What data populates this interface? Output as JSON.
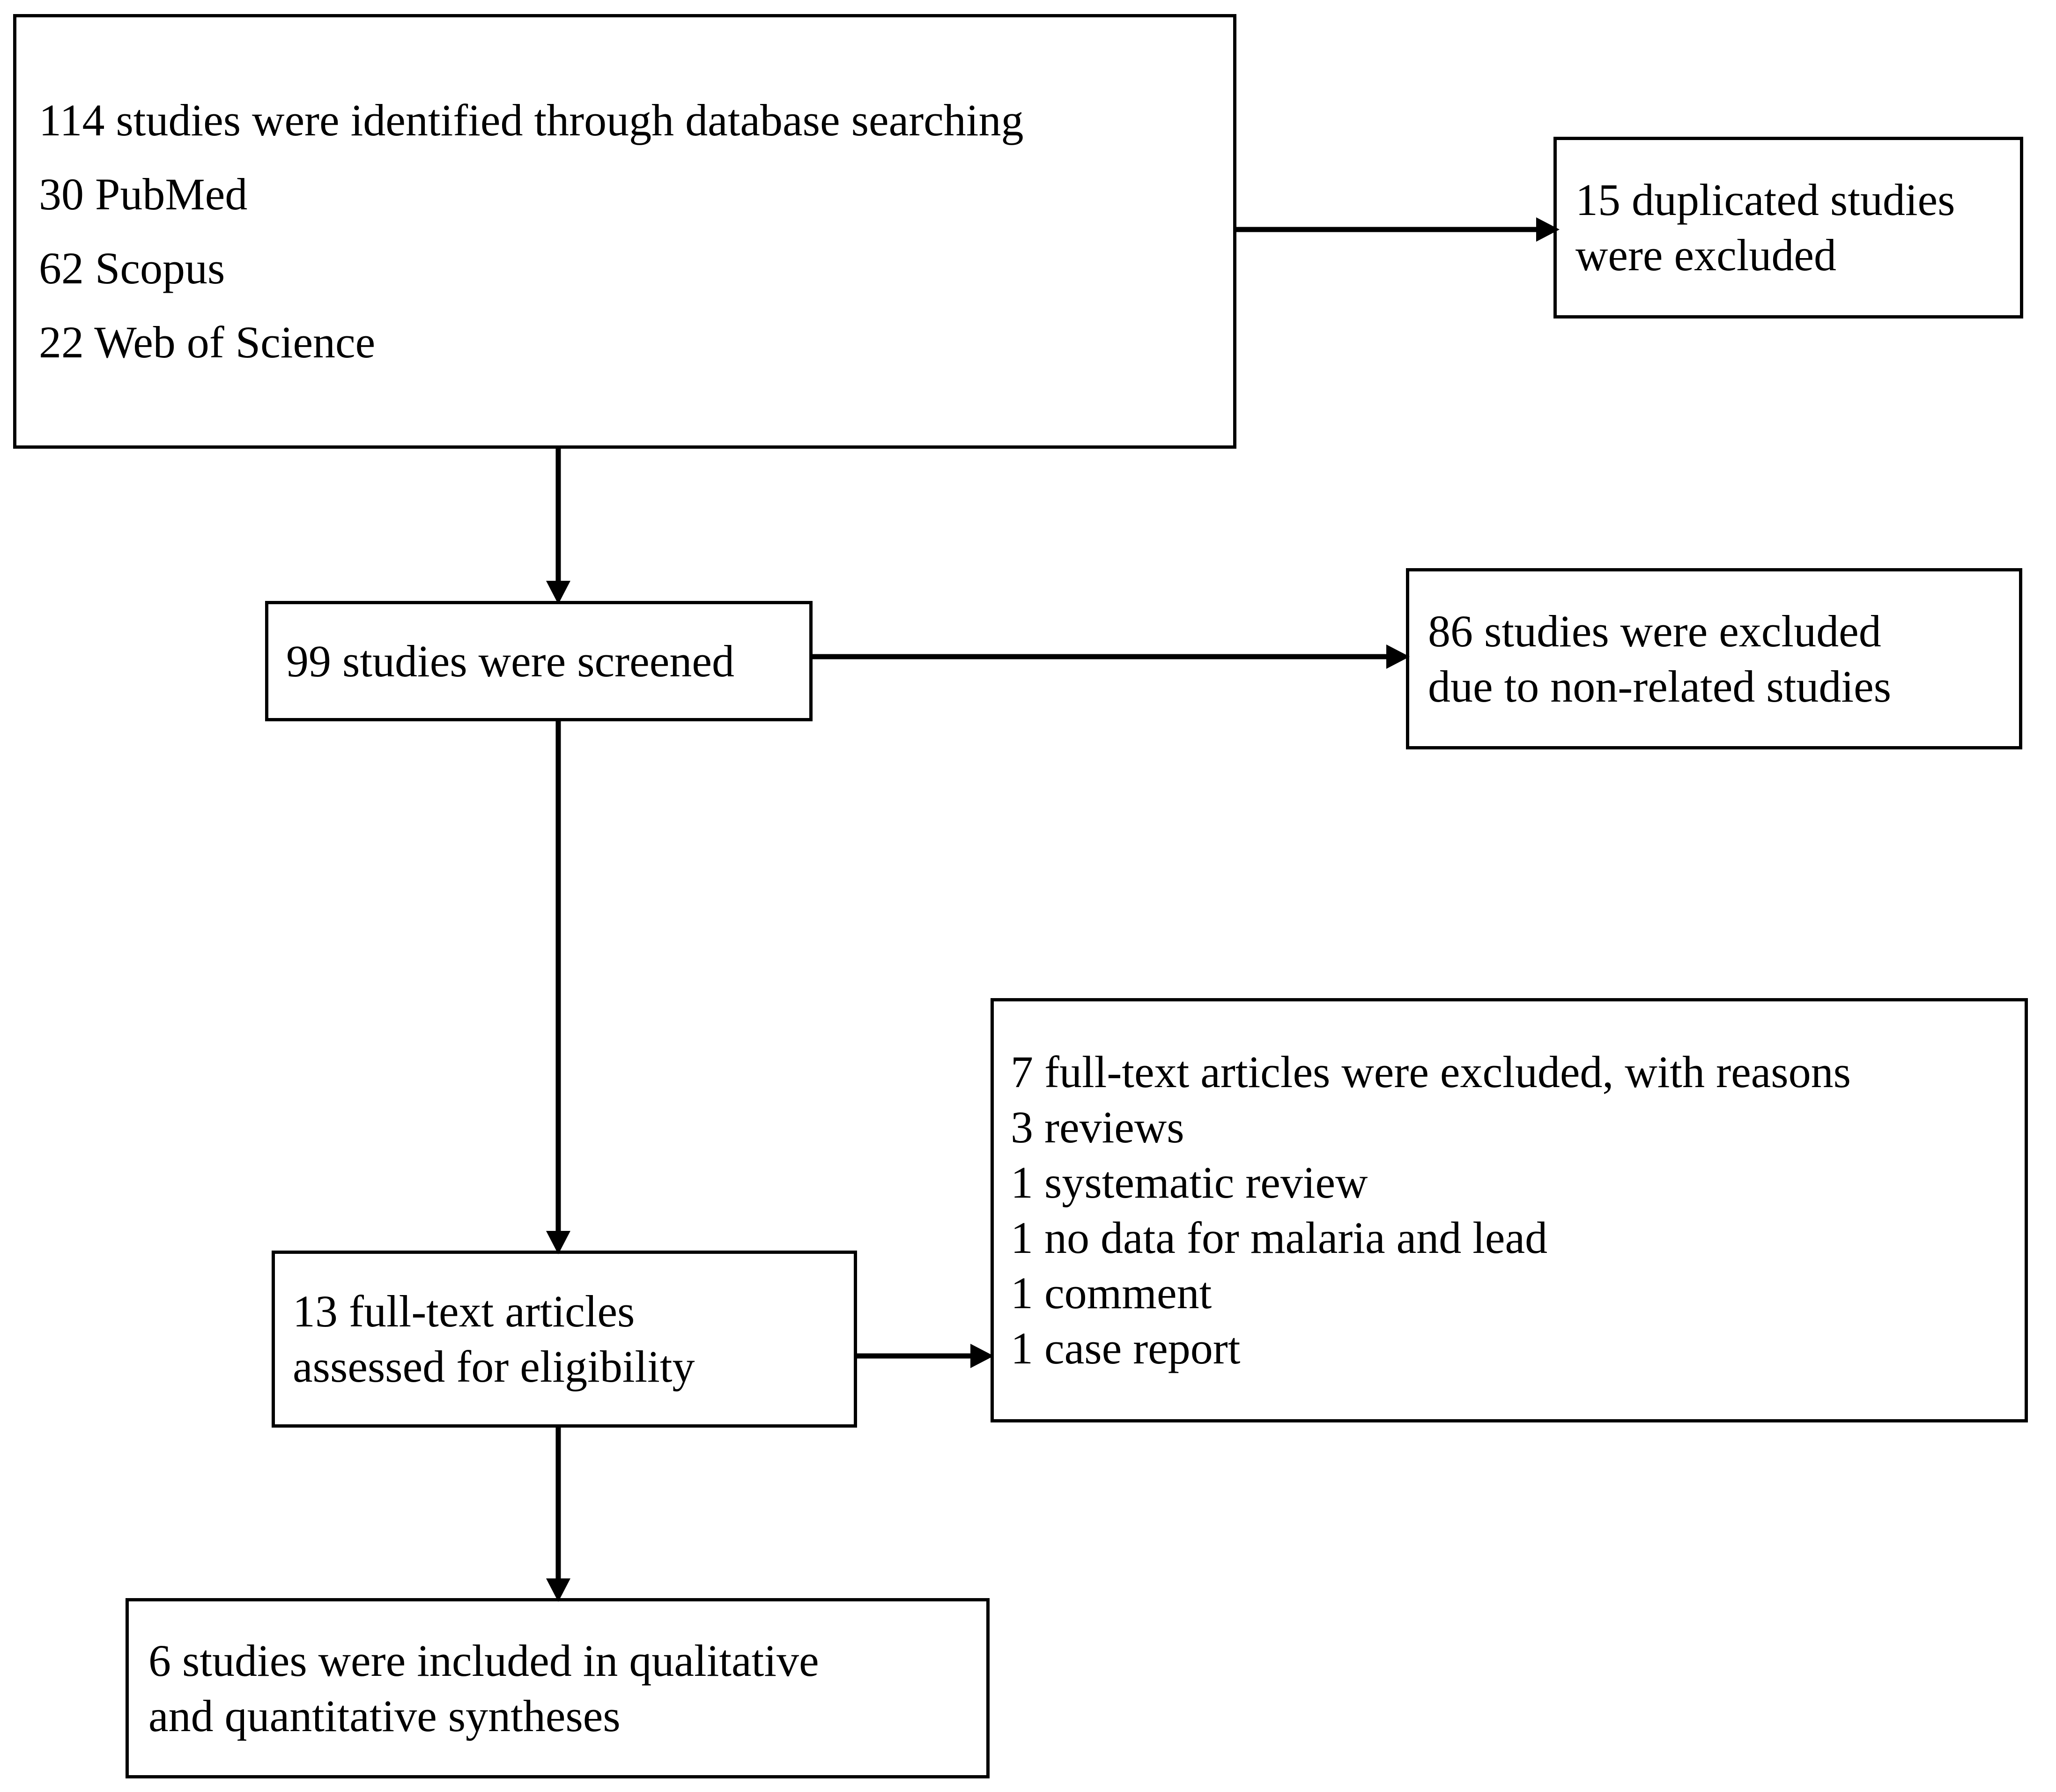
{
  "diagram": {
    "type": "prisma-flow-diagram",
    "title": "PRISMA study selection flow diagram",
    "accent_color": "#000000",
    "background_color": "#ffffff",
    "boxes": {
      "identification": {
        "lines": [
          "114 studies were identified through database searching",
          "30 PubMed",
          "62 Scopus",
          "22 Web of Science"
        ]
      },
      "duplicates": {
        "lines": [
          "15 duplicated studies",
          "were excluded"
        ]
      },
      "screened": {
        "lines": [
          "99 studies were screened"
        ]
      },
      "screen_excluded": {
        "lines": [
          "86 studies were excluded",
          "due to non-related studies"
        ]
      },
      "fulltext_excluded": {
        "lines": [
          "7 full-text articles were excluded, with reasons",
          "3 reviews",
          "1 systematic review",
          "1 no data for malaria and lead",
          "1 comment",
          "1 case report"
        ]
      },
      "eligibility": {
        "lines": [
          "13 full-text articles",
          "assessed for eligibility"
        ]
      },
      "included": {
        "lines": [
          "6 studies were included in qualitative",
          "and quantitative syntheses"
        ]
      }
    },
    "connectors": [
      {
        "name": "identification-to-duplicates",
        "direction": "right"
      },
      {
        "name": "identification-to-screened",
        "direction": "down"
      },
      {
        "name": "screened-to-screen-excluded",
        "direction": "right"
      },
      {
        "name": "screened-to-eligibility",
        "direction": "down"
      },
      {
        "name": "eligibility-to-fulltext-excluded",
        "direction": "right"
      },
      {
        "name": "eligibility-to-included",
        "direction": "down"
      }
    ]
  }
}
